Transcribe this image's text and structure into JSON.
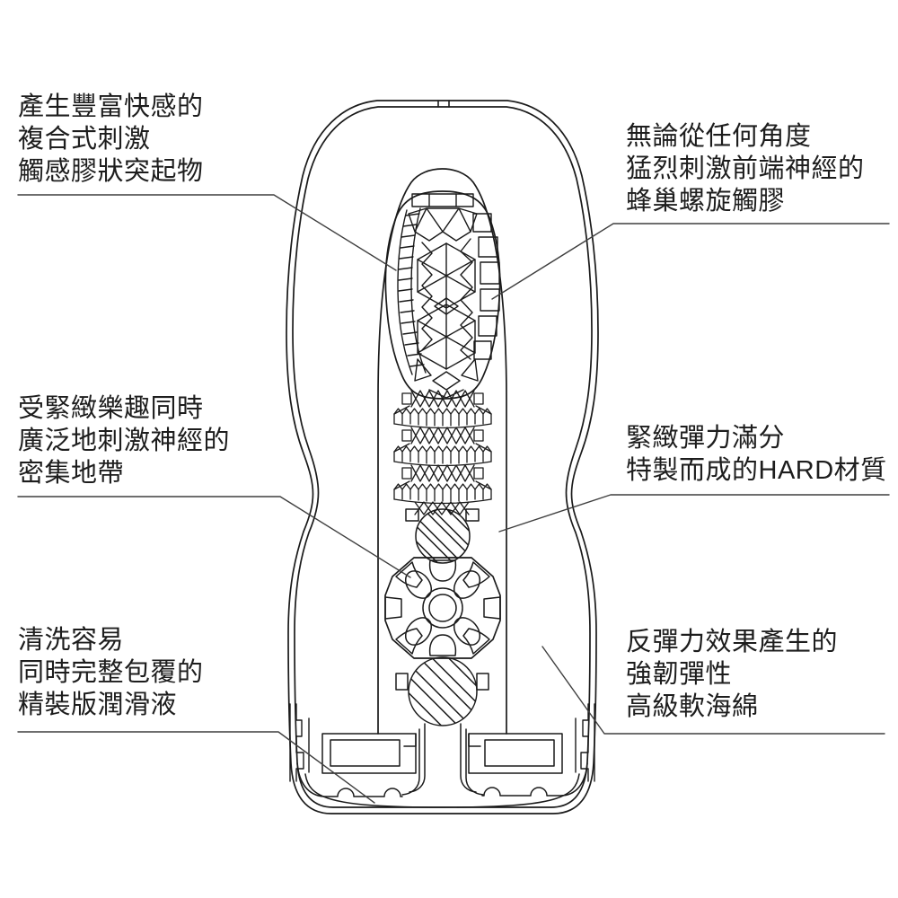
{
  "page": {
    "background": "#ffffff",
    "line_color": "#1a1a1a",
    "leader_color": "#3f3f3f",
    "text_color": "#1d1d1d"
  },
  "diagram": {
    "description_name": "product-cross-section-cutaway",
    "parts": [
      "honeycomb-bulb",
      "gel-bump-ladder",
      "ribbed-ring-stack",
      "striped-sphere-upper",
      "bead-chamber",
      "striped-sphere-lower",
      "sponge-base",
      "outer-shell"
    ]
  },
  "labels": {
    "top_left": {
      "lines": [
        "產生豐富快感的",
        "複合式刺激",
        "觸感膠狀突起物"
      ]
    },
    "top_right": {
      "lines": [
        "無論從任何角度",
        "猛烈刺激前端神經的",
        "蜂巢螺旋觸膠"
      ]
    },
    "middle_left": {
      "lines": [
        "受緊緻樂趣同時",
        "廣泛地刺激神經的",
        "密集地帶"
      ]
    },
    "middle_right": {
      "lines": [
        "緊緻彈力滿分",
        "特製而成的HARD材質"
      ]
    },
    "bottom_left": {
      "lines": [
        "清洗容易",
        "同時完整包覆的",
        "精裝版潤滑液"
      ]
    },
    "bottom_right": {
      "lines": [
        "反彈力效果產生的",
        "強韌彈性",
        "高級軟海綿"
      ]
    }
  }
}
